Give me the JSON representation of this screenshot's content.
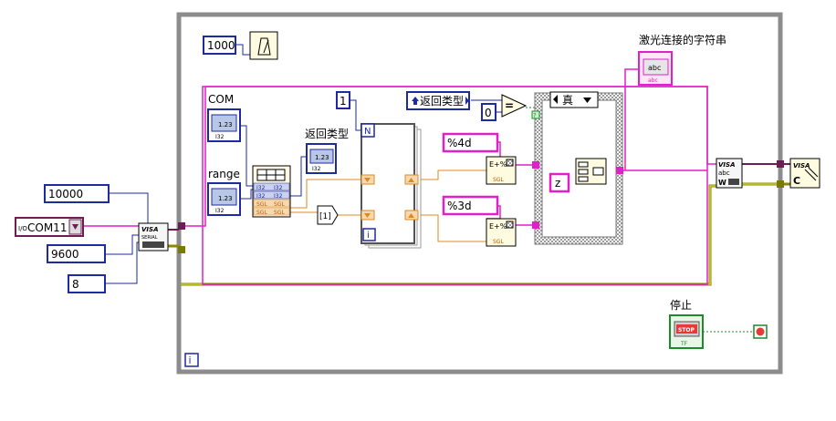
{
  "constants": {
    "timer_ms": "1000",
    "baud_rate": "10000",
    "timeout": "9600",
    "data_bits": "8",
    "loop_count": "1",
    "compare_value": "0",
    "format_4d": "%4d",
    "format_3d": "%3d",
    "concat_sep": "z"
  },
  "controls": {
    "visa_resource": "COM11",
    "visa_resource_prefix": "I/O",
    "com_label": "COM",
    "range_label": "range",
    "return_type_label": "返回类型",
    "return_type_enum": "返回类型",
    "laser_string_label": "激光连接的字符串",
    "stop_label": "停止",
    "stop_button_text": "STOP",
    "stop_tf": "TF"
  },
  "case": {
    "selector": "真"
  },
  "terminals": {
    "num_badge": "1.23",
    "num_type": "I32",
    "sgl_type": "SGL",
    "str_badge": "abc",
    "str_type": "abc",
    "loop_n": "N",
    "loop_i": "i",
    "while_i": "i",
    "visa_label": "VISA",
    "serial_label": "SERIAL",
    "close_label": "C",
    "write_label": "W",
    "eq_symbol": "=",
    "array_index": "[1]"
  },
  "colors": {
    "numeric_int": "#1e2aa0",
    "numeric_float": "#e08a1c",
    "string": "#e020c8",
    "visa": "#6b1d54",
    "error": "#7a7a00",
    "boolean": "#1c8a2a",
    "frame": "#8c8c8c"
  }
}
